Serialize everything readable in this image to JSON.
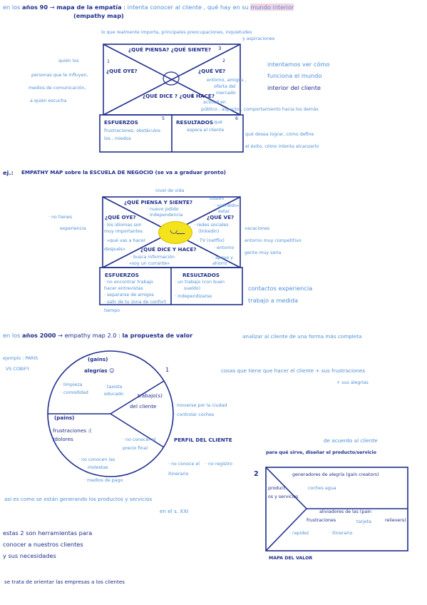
{
  "title": {
    "prefix": "en los ",
    "year": "años 90",
    "arrow": "→",
    "topic": "mapa de la empatía",
    "colon": ":",
    "desc": "intenta conocer al cliente , qué hay en su",
    "desc_hl": "mundo interior",
    "sub": "(empathy map)"
  },
  "map1": {
    "top_note_1": "lo que realmente importa, principales preocupaciones, inquietudes",
    "top_note_2": "y aspiraciones",
    "think": "¿QUÉ PIENSA? ¿QUÉ SIENTE?",
    "num_think": "3",
    "num_hear": "1",
    "num_see": "2",
    "num_say": "4",
    "num_effort": "5",
    "num_result": "6",
    "hear": "¿QUÉ OYE?",
    "see": "¿QUÉ VE?",
    "see_note": [
      "entorno, amigos ,",
      "oferta del",
      "mercado"
    ],
    "say_do": "¿QUÉ DICE ? ¿QUÉ HACE?",
    "say_note": [
      "actitud en",
      "público , aspecto , comportamiento hacia los demás"
    ],
    "left_note": [
      "quién los",
      "personas que le influyen,",
      "medios de comunicación,",
      "a quién escucha"
    ],
    "right_note": [
      "intentamos ver cómo",
      "funciona el mundo",
      "interior del cliente"
    ],
    "effort_title": "ESFUERZOS",
    "effort_note": [
      "frustraciones, obstáculos",
      "los , miedos"
    ],
    "result_title": "RESULTADOS",
    "result_note": [
      "qué",
      "espera el cliente"
    ],
    "result_side": [
      "qué desea lograr, cómo define",
      "el éxito, cómo intenta alcanzarlo"
    ]
  },
  "example": {
    "label": "ej.:",
    "title": "EMPATHY MAP sobre la ESCUELA DE NEGOCIO (se va a graduar pronto)",
    "top": [
      "nivel de vida",
      "ilusión"
    ],
    "think": "¿QUÉ PIENSA Y SIENTE?",
    "think_note": [
      "· nuevo   jodido",
      "· independencia",
      "· «pérdido»",
      "· estar"
    ],
    "hear": "¿QUÉ OYE?",
    "hear_note": [
      "· los idiomas son",
      "muy importantes",
      "· «qué vas a hacer",
      "después»"
    ],
    "see": "¿QUÉ VE?",
    "see_note": [
      "· redes sociales",
      "(linkedin)",
      "· TV (netflix)",
      "· entorno"
    ],
    "say_do": "¿QUÉ DICE Y HACE?",
    "say_note": [
      "· busca información",
      "· «soy un currante»",
      "· apoyo y",
      "ahorro"
    ],
    "left_note": [
      "· no tienes",
      "experiencia"
    ],
    "right_note": [
      "vacaciones",
      "entorno muy competitivo",
      "gente muy seria"
    ],
    "effort_title": "ESFUERZOS",
    "effort_note": [
      "· no encontrar trabajo",
      "hacer entrevistas",
      "· separarse de amigos",
      "· salir de tu zona de confort",
      "tiempo"
    ],
    "result_title": "RESULTADOS",
    "result_note": [
      "· un trabajo (con buen",
      "sueldo)",
      "· independizarse"
    ],
    "result_side": [
      "contactos   experiencia",
      "trabajo a medida"
    ]
  },
  "section2000": {
    "prefix": "en los",
    "year": "años 2000",
    "arrow": "→",
    "topic": "empathy map 2.0",
    "colon": ":",
    "value": "la propuesta de valor",
    "right": "analizar al cliente de una forma más completa"
  },
  "profile": {
    "example": [
      "ejemplo : PARIS",
      "VS COBIFY"
    ],
    "gains": "(gains)",
    "gains_label": "alegrías ☺",
    "gains_note": [
      "· limpieza",
      "· comodidad"
    ],
    "gains_note2": [
      "· taxista",
      "educado"
    ],
    "jobs": [
      "trabajo(s)",
      "del cliente"
    ],
    "pains": "(pains)",
    "pains_label": [
      "frustraciones :(",
      "/dolores"
    ],
    "pains_note": [
      "· no conocer el",
      "precio final"
    ],
    "pains_note2": [
      "· no conocen las",
      "molestas"
    ],
    "pains_note3": "· medios de pago",
    "jobs_note": [
      "· moverse por la ciudad",
      "· controlar coches"
    ],
    "num": "1",
    "right_note": "cosas que tiene que hacer el cliente + sus frustraciones",
    "right_note2": "+ sus alegrías",
    "label": "PERFIL DEL CLIENTE",
    "extra": [
      "· no conoce el",
      "itinerario",
      "· no registro"
    ]
  },
  "value_map": {
    "top_note": "de acuerdo al cliente",
    "purpose": "para qué sirve, diseñar el producto/servicio",
    "num": "2",
    "gain_creators": "generadores de alegría (gain creators)",
    "products": [
      "product",
      "os y servicios"
    ],
    "products_note": "coches agua",
    "pain_relievers": [
      "aliviadores de las (pain",
      "frustraciones",
      "relievers)"
    ],
    "relievers_note": "tarjeta",
    "bottom_notes": [
      "· rapidez",
      "· itinerario"
    ],
    "label": "MAPA DEL VALOR"
  },
  "conclusion": {
    "line1": "así es como se están generando los productos y servicios",
    "line2": "en el s. XXI",
    "tools": [
      "estas 2 son herramientas para",
      "conocer a nuestros clientes",
      "y sus necesidades"
    ],
    "final": "se trata de orientar las empresas a los clientes"
  }
}
